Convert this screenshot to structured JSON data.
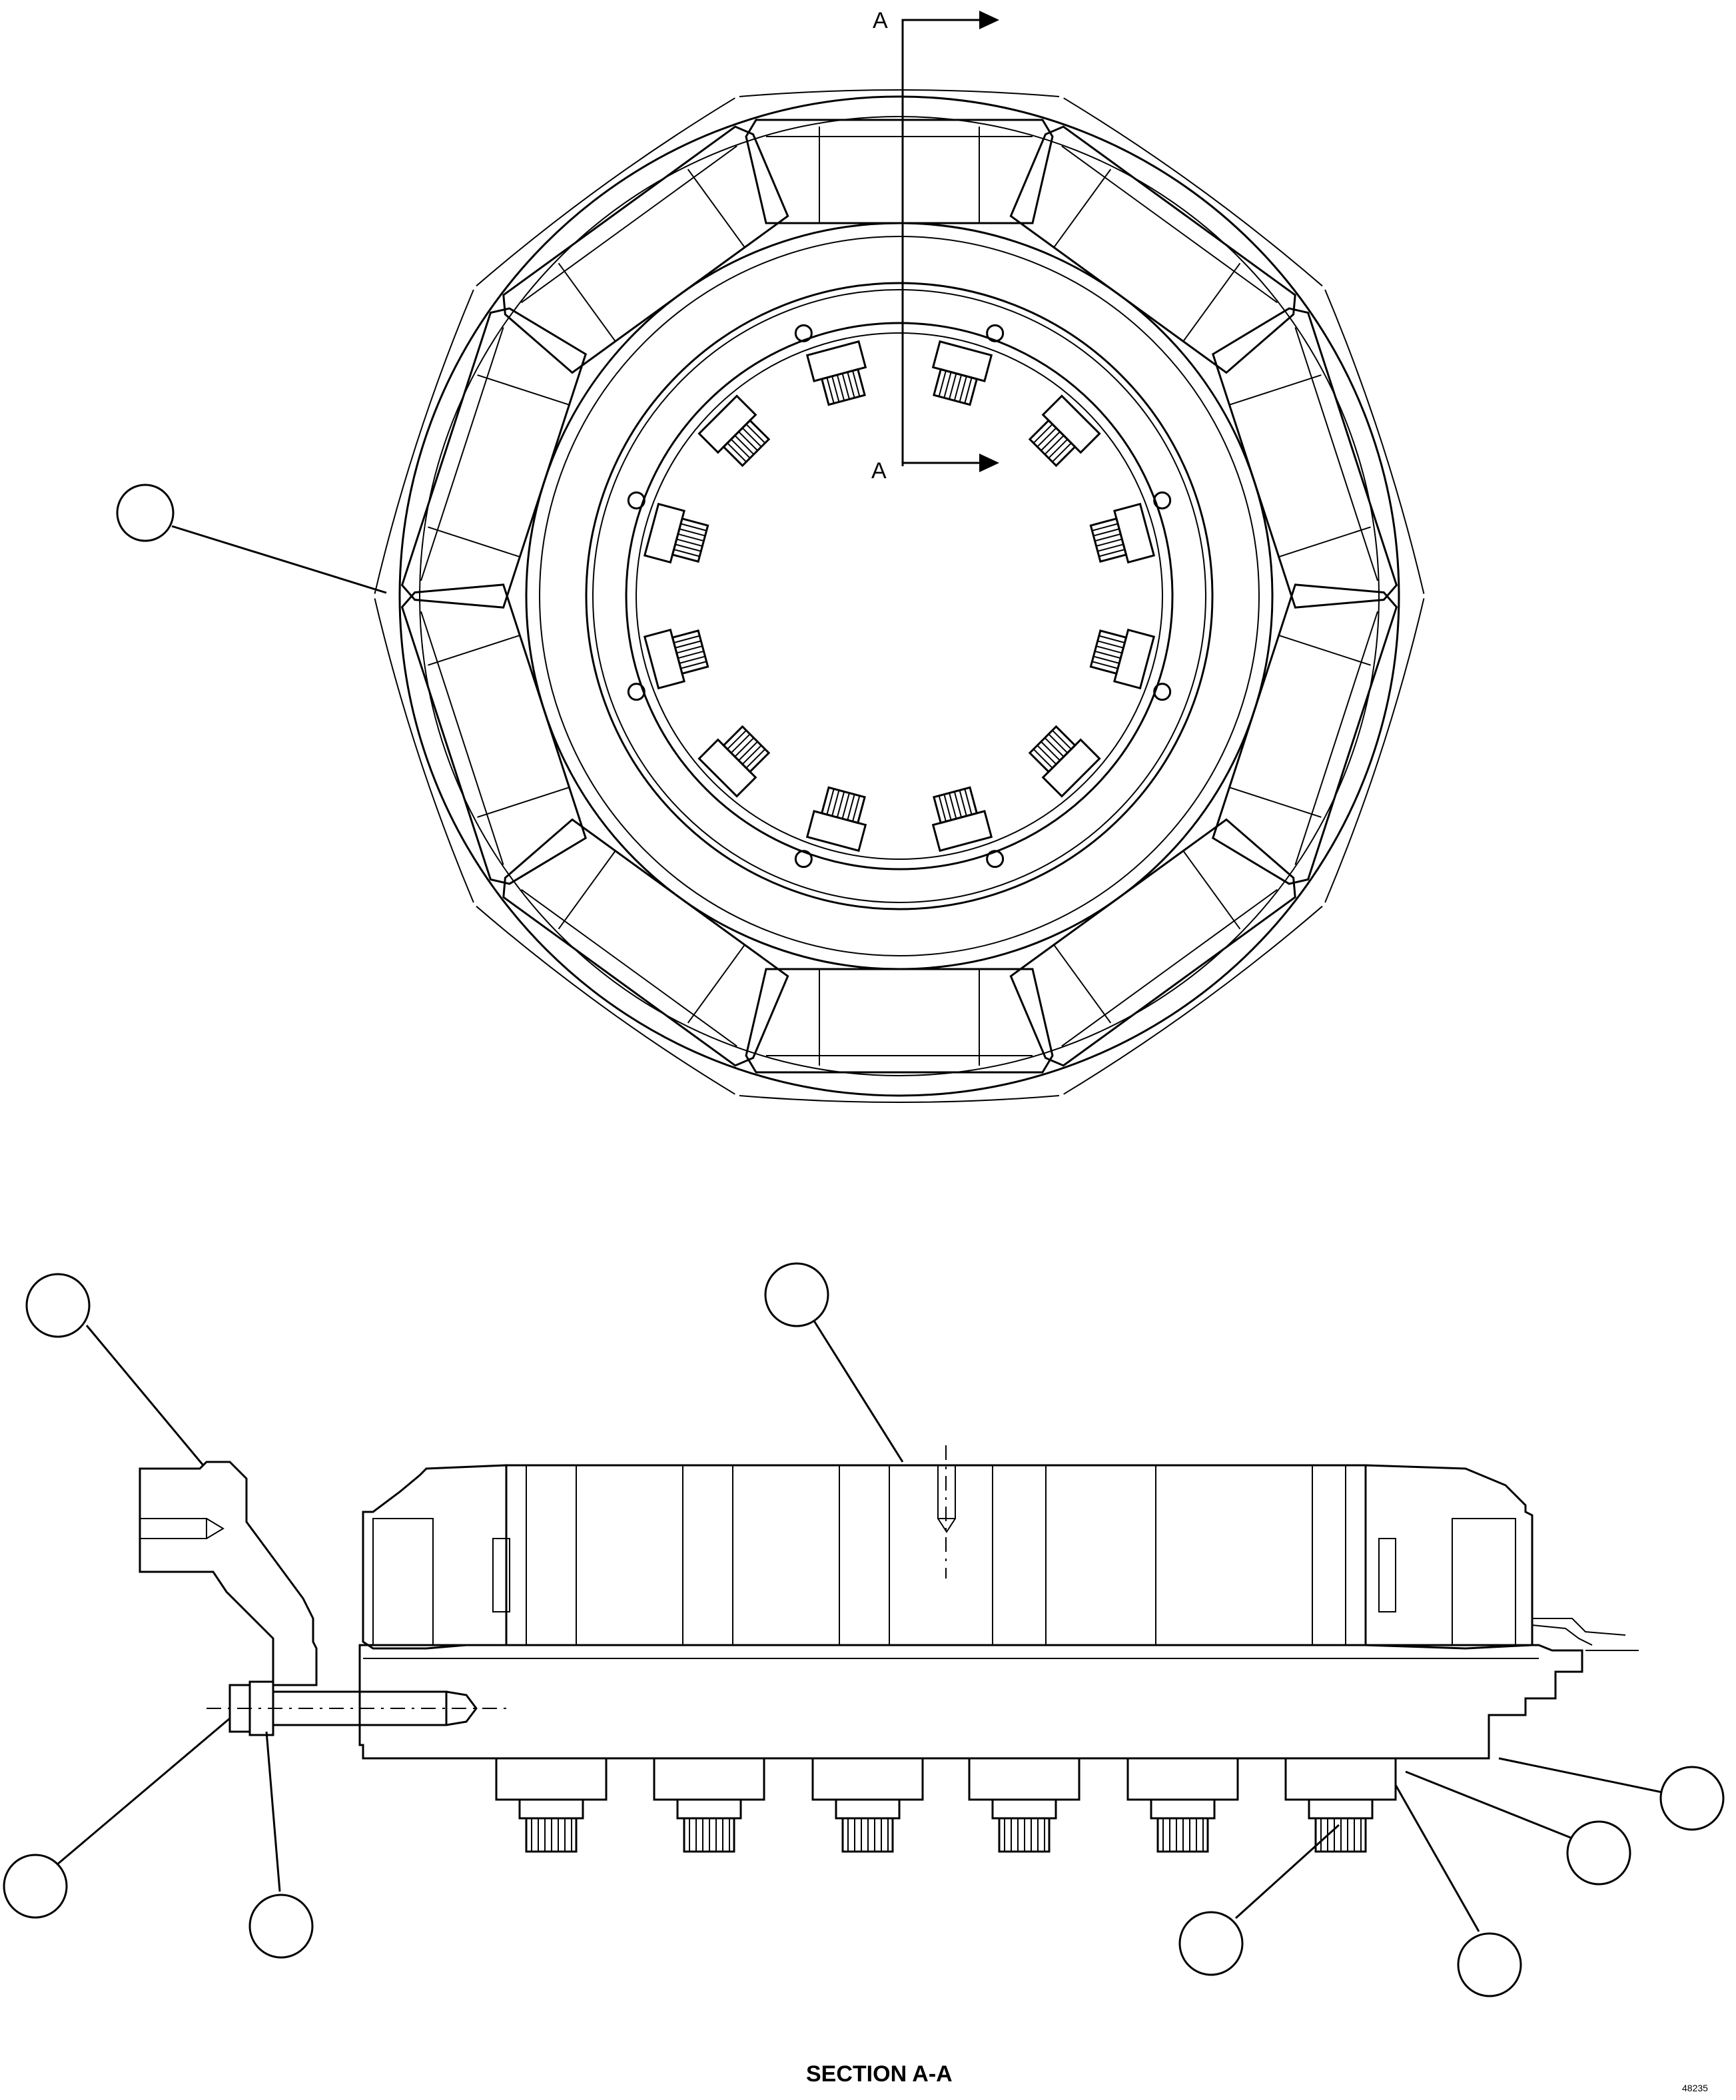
{
  "drawing": {
    "section_marker_top": "A",
    "section_marker_bottom": "A",
    "section_caption": "SECTION A-A",
    "drawing_number": "48235"
  },
  "callouts": [
    {
      "id": "callout-top-left",
      "text": ""
    },
    {
      "id": "callout-section-upper-left",
      "text": ""
    },
    {
      "id": "callout-section-top-center",
      "text": ""
    },
    {
      "id": "callout-section-lower-left",
      "text": ""
    },
    {
      "id": "callout-section-lower-left-2",
      "text": ""
    },
    {
      "id": "callout-section-right-1",
      "text": ""
    },
    {
      "id": "callout-section-right-2",
      "text": ""
    },
    {
      "id": "callout-section-bottom-right-1",
      "text": ""
    },
    {
      "id": "callout-section-bottom-right-2",
      "text": ""
    }
  ],
  "colors": {
    "line": "#000000",
    "background": "#ffffff"
  }
}
